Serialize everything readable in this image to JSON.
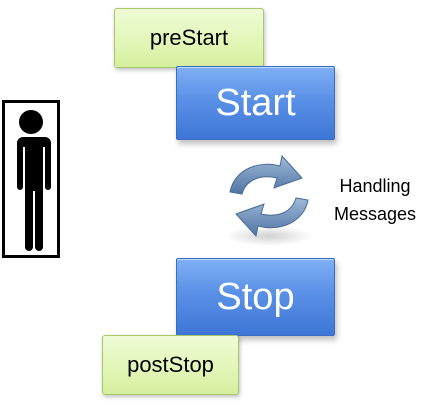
{
  "diagram": {
    "prestart_label": "preStart",
    "start_label": "Start",
    "handling_line1": "Handling",
    "handling_line2": "Messages",
    "stop_label": "Stop",
    "poststop_label": "postStop"
  },
  "colors": {
    "blue_box": "#5a90e6",
    "green_box": "#e1f6b6",
    "arrow": "#6f8fb5"
  },
  "icons": {
    "person": "person-icon",
    "cycle": "cycle-arrows-icon"
  }
}
